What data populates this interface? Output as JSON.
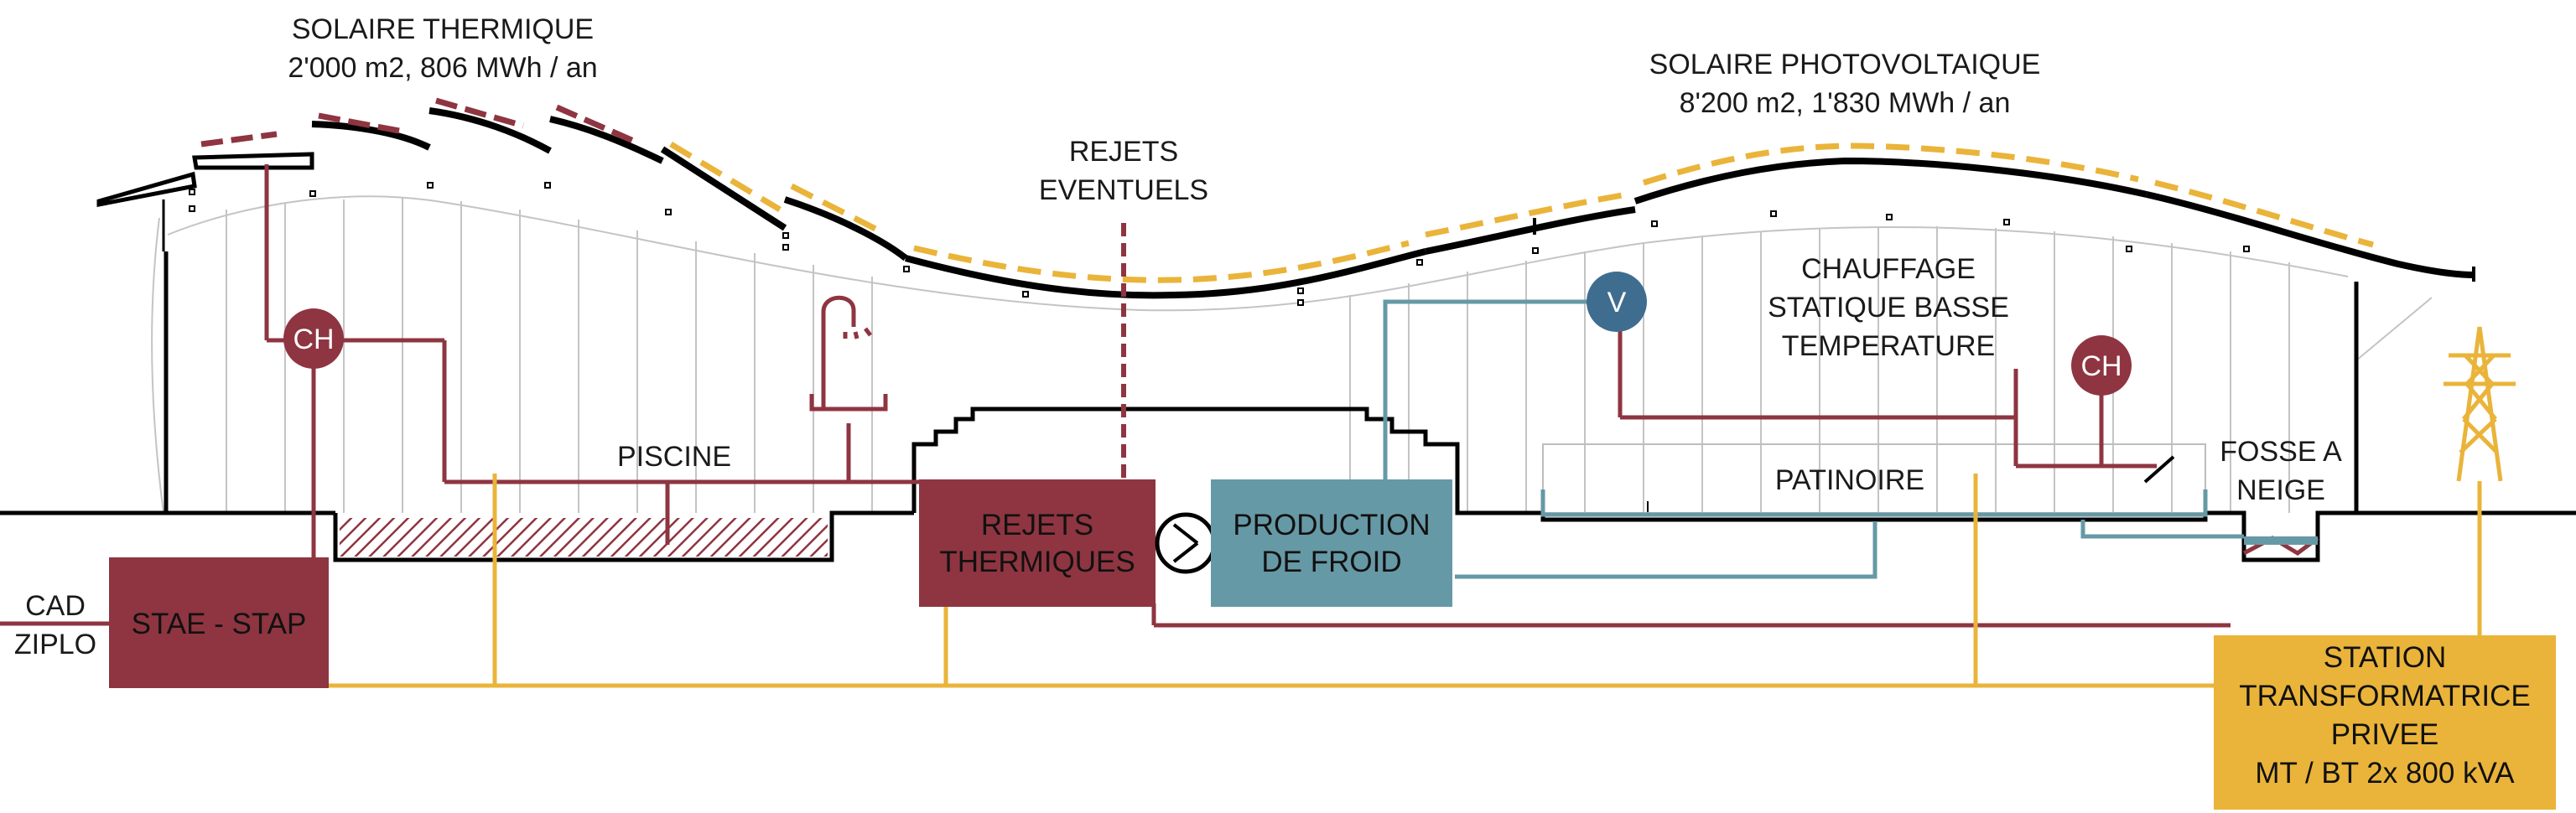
{
  "colors": {
    "thermal": "#8e3541",
    "cold": "#6699a6",
    "electric": "#eab43a",
    "structure": "#000000",
    "thin_line": "#bdbdbd"
  },
  "labels": {
    "solar_thermal_title": "SOLAIRE THERMIQUE",
    "solar_thermal_value": "2'000 m2, 806 MWh / an",
    "solar_pv_title": "SOLAIRE PHOTOVOLTAIQUE",
    "solar_pv_value": "8'200 m2, 1'830 MWh / an",
    "rejets_eventuels_1": "REJETS",
    "rejets_eventuels_2": "EVENTUELS",
    "chauffage_1": "CHAUFFAGE",
    "chauffage_2": "STATIQUE BASSE",
    "chauffage_3": "TEMPERATURE",
    "piscine": "PISCINE",
    "patinoire": "PATINOIRE",
    "fosse_1": "FOSSE A",
    "fosse_2": "NEIGE",
    "cad": "CAD",
    "ziplo": "ZIPLO"
  },
  "boxes": {
    "stae": "STAE - STAP",
    "rejets_1": "REJETS",
    "rejets_2": "THERMIQUES",
    "froid_1": "PRODUCTION",
    "froid_2": "DE FROID",
    "station_1": "STATION",
    "station_2": "TRANSFORMATRICE",
    "station_3": "PRIVEE",
    "station_4": "MT / BT 2x 800 kVA"
  },
  "circles": {
    "ch_left": "CH",
    "ch_right": "CH",
    "v": "V"
  },
  "icons": {
    "shower": "shower-icon",
    "compressor": "compressor-icon",
    "pylon": "power-pylon-icon"
  }
}
